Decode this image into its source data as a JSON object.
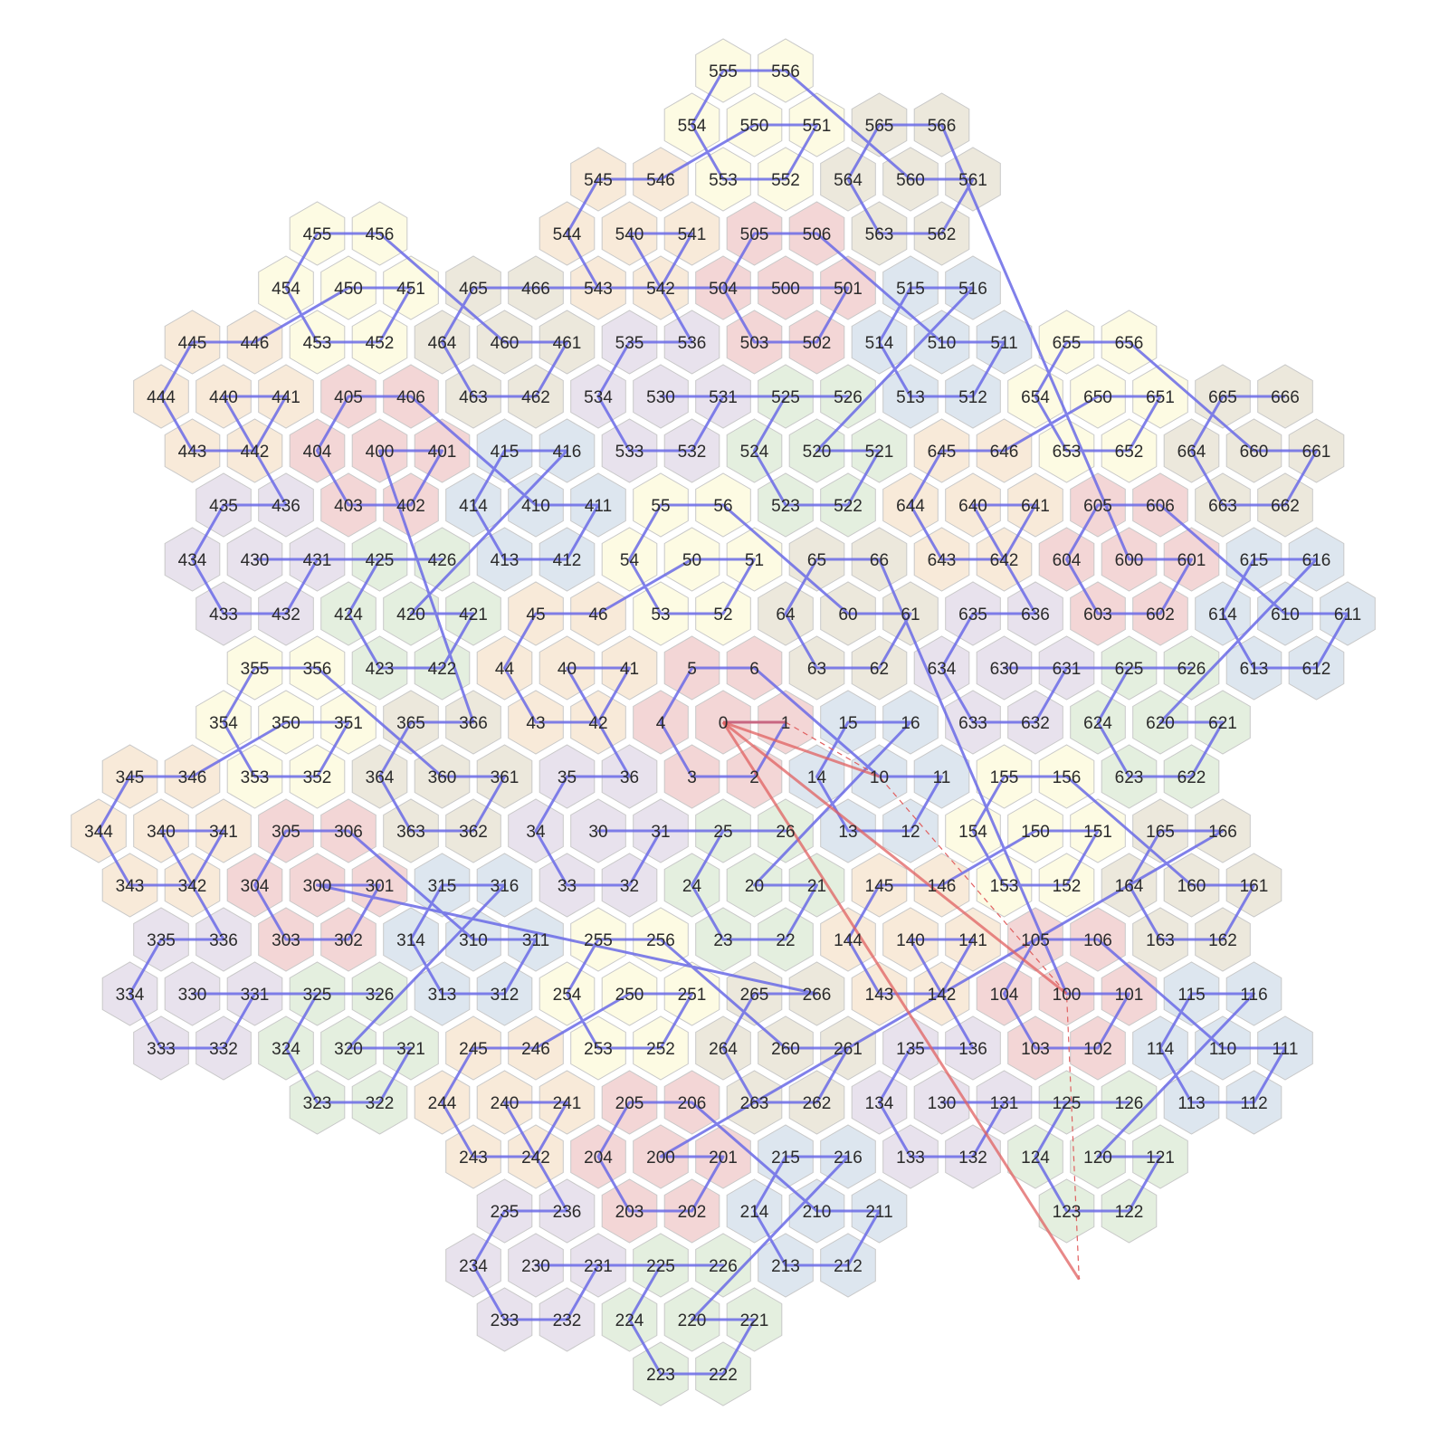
{
  "palette": {
    "0": "#f3d6d6",
    "1": "#dde6ef",
    "2": "#e4efdf",
    "3": "#e8e2ed",
    "4": "#f8ead9",
    "5": "#fdfbe3",
    "6": "#ece8dc"
  },
  "path_color": "#6a6ae6",
  "highlight_color": "#e06060",
  "cells": [
    "0",
    "1",
    "2",
    "3",
    "4",
    "5",
    "6",
    "10",
    "11",
    "12",
    "13",
    "14",
    "15",
    "16",
    "20",
    "21",
    "22",
    "23",
    "24",
    "25",
    "26",
    "30",
    "31",
    "32",
    "33",
    "34",
    "35",
    "36",
    "40",
    "41",
    "42",
    "43",
    "44",
    "45",
    "46",
    "50",
    "51",
    "52",
    "53",
    "54",
    "55",
    "56",
    "60",
    "61",
    "62",
    "63",
    "64",
    "65",
    "66",
    "100",
    "101",
    "102",
    "103",
    "104",
    "105",
    "106",
    "110",
    "111",
    "112",
    "113",
    "114",
    "115",
    "116",
    "120",
    "121",
    "122",
    "123",
    "124",
    "125",
    "126",
    "130",
    "131",
    "132",
    "133",
    "134",
    "135",
    "136",
    "140",
    "141",
    "142",
    "143",
    "144",
    "145",
    "146",
    "150",
    "151",
    "152",
    "153",
    "154",
    "155",
    "156",
    "160",
    "161",
    "162",
    "163",
    "164",
    "165",
    "166",
    "200",
    "201",
    "202",
    "203",
    "204",
    "205",
    "206",
    "210",
    "211",
    "212",
    "213",
    "214",
    "215",
    "216",
    "220",
    "221",
    "222",
    "223",
    "224",
    "225",
    "226",
    "230",
    "231",
    "232",
    "233",
    "234",
    "235",
    "236",
    "240",
    "241",
    "242",
    "243",
    "244",
    "245",
    "246",
    "250",
    "251",
    "252",
    "253",
    "254",
    "255",
    "256",
    "260",
    "261",
    "262",
    "263",
    "264",
    "265",
    "266",
    "300",
    "301",
    "302",
    "303",
    "304",
    "305",
    "306",
    "310",
    "311",
    "312",
    "313",
    "314",
    "315",
    "316",
    "320",
    "321",
    "322",
    "323",
    "324",
    "325",
    "326",
    "330",
    "331",
    "332",
    "333",
    "334",
    "335",
    "336",
    "340",
    "341",
    "342",
    "343",
    "344",
    "345",
    "346",
    "350",
    "351",
    "352",
    "353",
    "354",
    "355",
    "356",
    "360",
    "361",
    "362",
    "363",
    "364",
    "365",
    "366",
    "400",
    "401",
    "402",
    "403",
    "404",
    "405",
    "406",
    "410",
    "411",
    "412",
    "413",
    "414",
    "415",
    "416",
    "420",
    "421",
    "422",
    "423",
    "424",
    "425",
    "426",
    "430",
    "431",
    "432",
    "433",
    "434",
    "435",
    "436",
    "440",
    "441",
    "442",
    "443",
    "444",
    "445",
    "446",
    "450",
    "451",
    "452",
    "453",
    "454",
    "455",
    "456",
    "460",
    "461",
    "462",
    "463",
    "464",
    "465",
    "466",
    "500",
    "501",
    "502",
    "503",
    "504",
    "505",
    "506",
    "510",
    "511",
    "512",
    "513",
    "514",
    "515",
    "516",
    "520",
    "521",
    "522",
    "523",
    "524",
    "525",
    "526",
    "530",
    "531",
    "532",
    "533",
    "534",
    "535",
    "536",
    "540",
    "541",
    "542",
    "543",
    "544",
    "545",
    "546",
    "550",
    "551",
    "552",
    "553",
    "554",
    "555",
    "556",
    "560",
    "561",
    "562",
    "563",
    "564",
    "565",
    "566",
    "600",
    "601",
    "602",
    "603",
    "604",
    "605",
    "606",
    "610",
    "611",
    "612",
    "613",
    "614",
    "615",
    "616",
    "620",
    "621",
    "622",
    "623",
    "624",
    "625",
    "626",
    "630",
    "631",
    "632",
    "633",
    "634",
    "635",
    "636",
    "640",
    "641",
    "642",
    "643",
    "644",
    "645",
    "646",
    "650",
    "651",
    "652",
    "653",
    "654",
    "655",
    "656",
    "660",
    "661",
    "662",
    "663",
    "664",
    "665",
    "666"
  ]
}
